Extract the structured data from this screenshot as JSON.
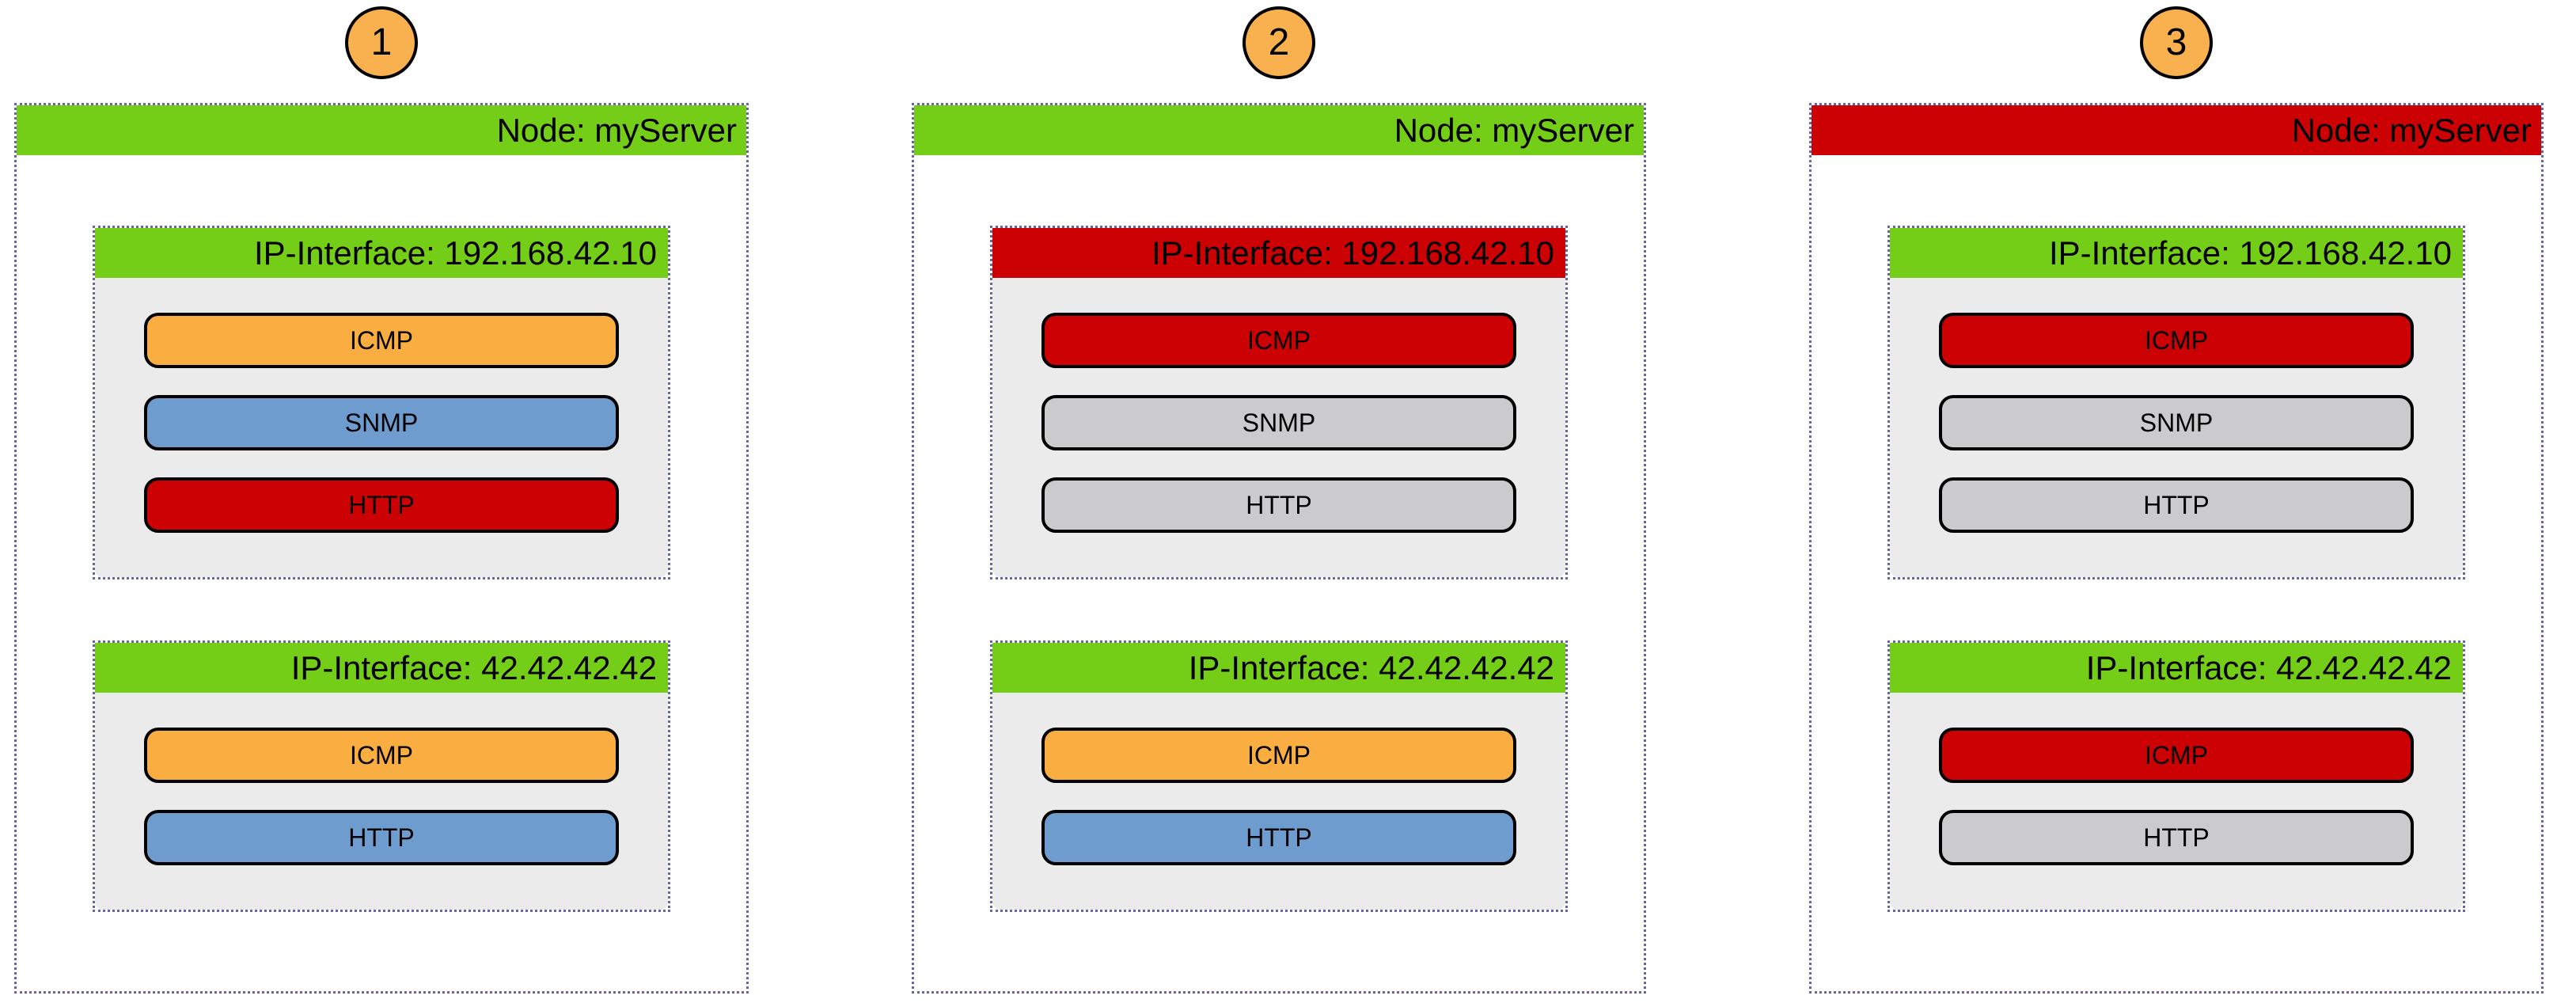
{
  "colors": {
    "up_green": "#74ce18",
    "down_red": "#cb0103",
    "warning_orange": "#faad41",
    "normal_blue": "#6f9cce",
    "inactive_gray": "#cbcbcd",
    "badge_fill": "#f9b04e",
    "panel_bg": "#ebebeb",
    "dotted_border": "#6666a0"
  },
  "diagrams": [
    {
      "badge": "1",
      "node": {
        "label": "Node: myServer",
        "status": "up_green"
      },
      "interfaces": [
        {
          "label": "IP-Interface: 192.168.42.10",
          "status": "up_green",
          "services": [
            {
              "label": "ICMP",
              "status": "warning_orange"
            },
            {
              "label": "SNMP",
              "status": "normal_blue"
            },
            {
              "label": "HTTP",
              "status": "down_red"
            }
          ]
        },
        {
          "label": "IP-Interface: 42.42.42.42",
          "status": "up_green",
          "services": [
            {
              "label": "ICMP",
              "status": "warning_orange"
            },
            {
              "label": "HTTP",
              "status": "normal_blue"
            }
          ]
        }
      ]
    },
    {
      "badge": "2",
      "node": {
        "label": "Node: myServer",
        "status": "up_green"
      },
      "interfaces": [
        {
          "label": "IP-Interface: 192.168.42.10",
          "status": "down_red",
          "services": [
            {
              "label": "ICMP",
              "status": "down_red"
            },
            {
              "label": "SNMP",
              "status": "inactive_gray"
            },
            {
              "label": "HTTP",
              "status": "inactive_gray"
            }
          ]
        },
        {
          "label": "IP-Interface: 42.42.42.42",
          "status": "up_green",
          "services": [
            {
              "label": "ICMP",
              "status": "warning_orange"
            },
            {
              "label": "HTTP",
              "status": "normal_blue"
            }
          ]
        }
      ]
    },
    {
      "badge": "3",
      "node": {
        "label": "Node: myServer",
        "status": "down_red"
      },
      "interfaces": [
        {
          "label": "IP-Interface: 192.168.42.10",
          "status": "up_green",
          "services": [
            {
              "label": "ICMP",
              "status": "down_red"
            },
            {
              "label": "SNMP",
              "status": "inactive_gray"
            },
            {
              "label": "HTTP",
              "status": "inactive_gray"
            }
          ]
        },
        {
          "label": "IP-Interface: 42.42.42.42",
          "status": "up_green",
          "services": [
            {
              "label": "ICMP",
              "status": "down_red"
            },
            {
              "label": "HTTP",
              "status": "inactive_gray"
            }
          ]
        }
      ]
    }
  ]
}
